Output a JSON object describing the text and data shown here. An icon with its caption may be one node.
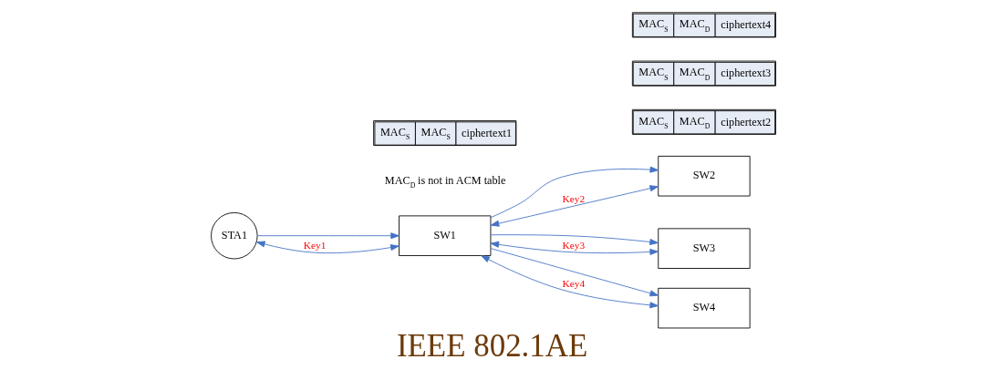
{
  "diagram": {
    "title": "IEEE 802.1AE",
    "nodes": [
      {
        "text": [
          "STA1"
        ]
      },
      {
        "text": [
          "SW1"
        ],
        "beside": [
          "MAC$_{D}$ is not in ACM table"
        ]
      },
      {
        "text": [
          "SW2"
        ]
      },
      {
        "text": [
          "SW3"
        ]
      },
      {
        "text": [
          "SW4"
        ]
      },
      {
        "text": [
          "MAC$_{S}$",
          "MAC$_{S}$",
          "ciphertext1"
        ]
      },
      {
        "text": [
          "MAC$_{S}$",
          "MAC$_{D}$",
          "ciphertext2"
        ]
      },
      {
        "text": [
          "MAC$_{S}$",
          "MAC$_{D}$",
          "ciphertext3"
        ]
      },
      {
        "text": [
          "MAC$_{S}$",
          "MAC$_{D}$",
          "ciphertext4"
        ]
      }
    ],
    "edges": [
      {
        "from": 0,
        "to": 1,
        "arrow": "to"
      },
      {
        "from": 0,
        "to": 1,
        "arrow": "both",
        "label": "Key1"
      },
      {
        "from": 1,
        "to": 2,
        "arrow": "to"
      },
      {
        "from": 1,
        "to": 2,
        "arrow": "both",
        "label": "Key2"
      },
      {
        "from": 1,
        "to": 3,
        "arrow": "to"
      },
      {
        "from": 1,
        "to": 3,
        "arrow": "both",
        "label": "Key3"
      },
      {
        "from": 1,
        "to": 4,
        "arrow": "to"
      },
      {
        "from": 1,
        "to": 4,
        "arrow": "both",
        "label": "Key4"
      }
    ]
  }
}
